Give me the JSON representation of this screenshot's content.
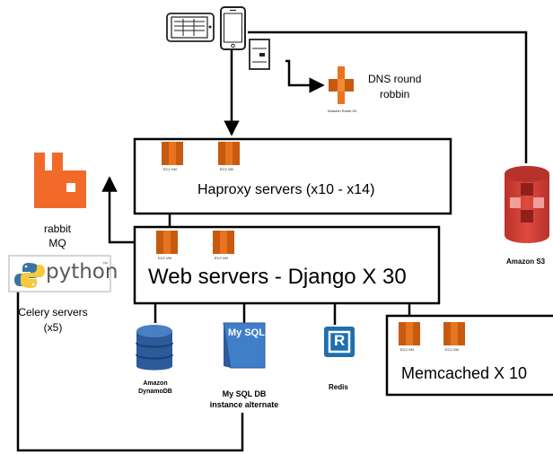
{
  "nodes": {
    "dns": {
      "service_label": "Amazon Route 53",
      "caption": [
        "DNS round",
        "robbin"
      ]
    },
    "haproxy": {
      "title": "Haproxy  servers (x10 - x14)"
    },
    "web": {
      "title": "Web servers  - Django  X 30"
    },
    "memcached": {
      "title": "Memcached  X 10"
    },
    "rabbit": {
      "caption": [
        "rabbit",
        "MQ"
      ]
    },
    "python": {
      "logo_text": "python",
      "trademark": "™"
    },
    "celery": {
      "caption": [
        "Celery servers",
        "(x5)"
      ]
    },
    "dynamodb": {
      "caption": [
        "Amazon",
        "DynamoDB"
      ]
    },
    "mysql": {
      "logo_text": "My SQL",
      "caption": [
        "My SQL DB",
        "instance alternate"
      ]
    },
    "redis": {
      "logo_text": "R",
      "caption": "Redis"
    },
    "s3": {
      "caption": "Amazon S3"
    },
    "ec2": {
      "label": "EC2 VM"
    }
  },
  "colors": {
    "aws_orange": "#e8741f",
    "aws_orange_dark": "#c85a10",
    "rabbit_orange": "#f26a2a",
    "s3_red": "#d6423b",
    "dynamo_blue": "#2c5a9a",
    "mysql_blue": "#3f7ec9",
    "redis_blue": "#1e6fb0",
    "python_blue": "#3873a6",
    "python_yellow": "#f5c93c"
  },
  "icons": [
    "tablet-icon",
    "phone-icon",
    "server-icon",
    "route53-icon",
    "ec2-icon",
    "rabbitmq-icon",
    "python-logo",
    "dynamodb-icon",
    "mysql-icon",
    "redis-icon",
    "s3-icon"
  ]
}
